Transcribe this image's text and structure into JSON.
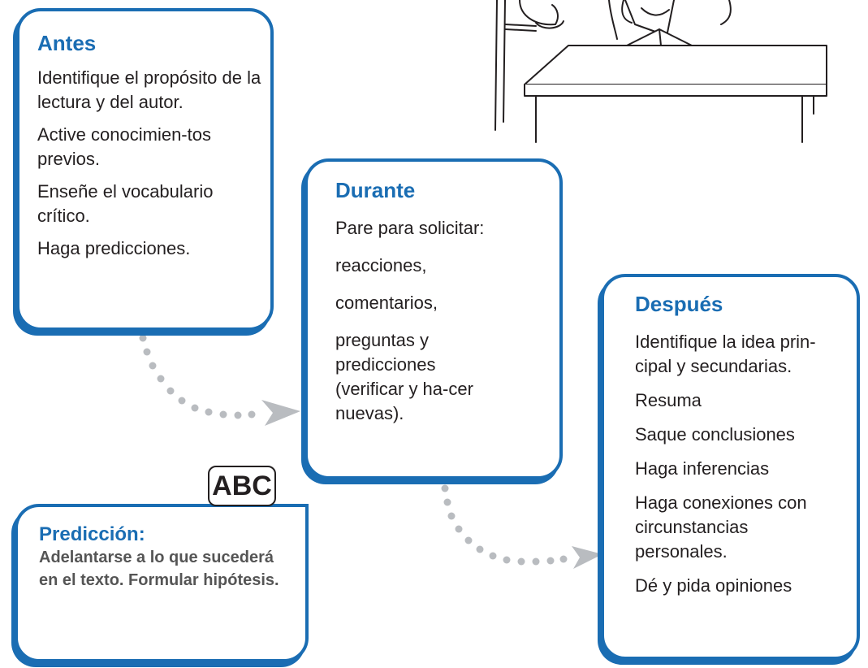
{
  "antes": {
    "title": "Antes",
    "items": [
      "Identifique el propósito de la lectura y del autor.",
      "Active conocimien-tos previos.",
      "Enseñe el vocabulario crítico.",
      "Haga predicciones."
    ]
  },
  "durante": {
    "title": "Durante",
    "items": [
      "Pare para solicitar:",
      "reacciones,",
      "comentarios,",
      "preguntas y",
      "predicciones (verificar y ha-cer nuevas)."
    ]
  },
  "despues": {
    "title": "Después",
    "items": [
      "Identifique la idea prin-cipal y secundarias.",
      "Resuma",
      "Saque conclusiones",
      "Haga inferencias",
      "Haga conexiones con circunstancias personales.",
      "Dé y pida opiniones"
    ]
  },
  "prediccion": {
    "title": "Predicción:",
    "text": "Adelantarse a lo que sucederá en el texto. Formular hipótesis.",
    "speech_bubble": "ABC"
  },
  "colors": {
    "accent": "#1a6db3",
    "dots": "#b9bcc0"
  },
  "icons": [
    "reader-illustration",
    "open-book-icon",
    "speech-bubble-icon",
    "dotted-arrow-icon"
  ]
}
